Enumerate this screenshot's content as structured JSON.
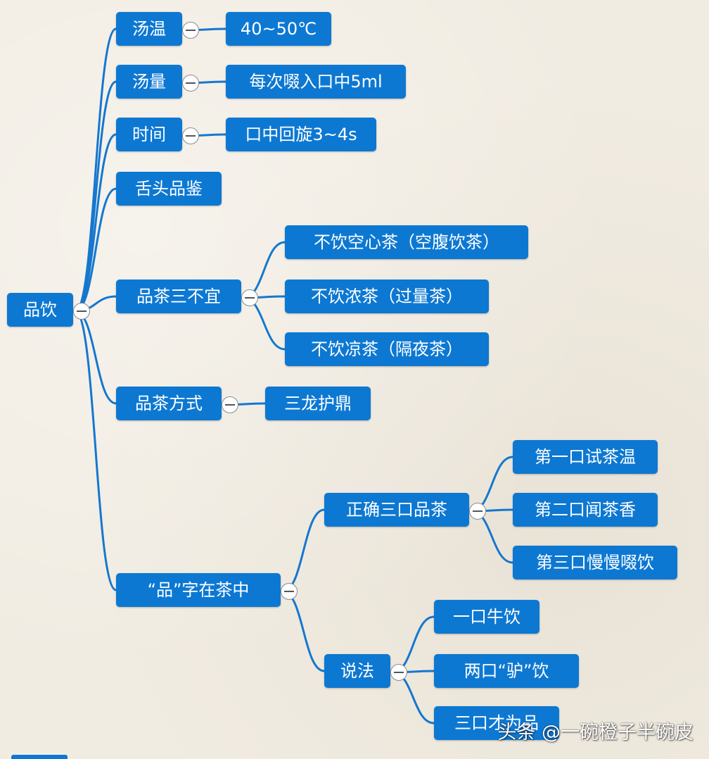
{
  "diagram": {
    "root": {
      "label": "品饮",
      "children": [
        {
          "label": "汤温",
          "children": [
            {
              "label": "40~50℃"
            }
          ]
        },
        {
          "label": "汤量",
          "children": [
            {
              "label": "每次啜入口中5ml"
            }
          ]
        },
        {
          "label": "时间",
          "children": [
            {
              "label": "口中回旋3~4s"
            }
          ]
        },
        {
          "label": "舌头品鉴"
        },
        {
          "label": "品茶三不宜",
          "children": [
            {
              "label": "不饮空心茶（空腹饮茶）"
            },
            {
              "label": "不饮浓茶（过量茶）"
            },
            {
              "label": "不饮凉茶（隔夜茶）"
            }
          ]
        },
        {
          "label": "品茶方式",
          "children": [
            {
              "label": "三龙护鼎"
            }
          ]
        },
        {
          "label": "“品”字在茶中",
          "children": [
            {
              "label": "正确三口品茶",
              "children": [
                {
                  "label": "第一口试茶温"
                },
                {
                  "label": "第二口闻茶香"
                },
                {
                  "label": "第三口慢慢啜饮"
                }
              ]
            },
            {
              "label": "说法",
              "children": [
                {
                  "label": "一口牛饮"
                },
                {
                  "label": "两口“驴”饮"
                },
                {
                  "label": "三口才为品"
                }
              ]
            }
          ]
        }
      ]
    },
    "colors": {
      "node": "#0d78d2",
      "connector": "#1577cf",
      "text": "#ffffff",
      "background": "#f1ece2"
    }
  },
  "watermark": "头条 @一碗橙子半碗皮"
}
